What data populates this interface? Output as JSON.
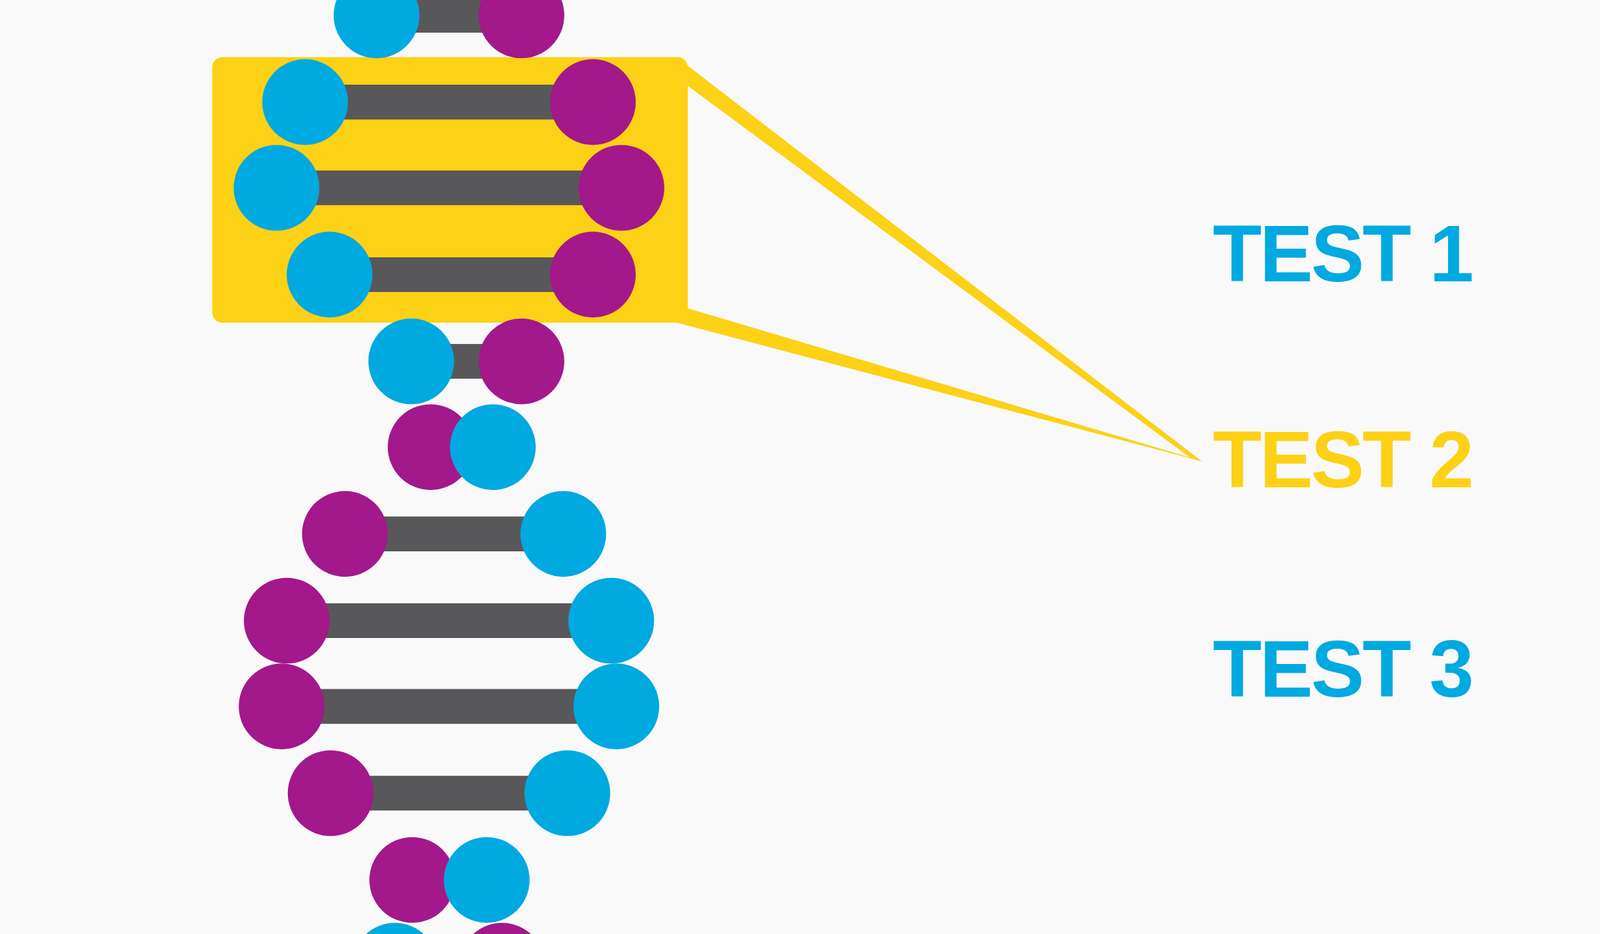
{
  "diagram": {
    "labels": [
      "TEST 1",
      "TEST 2",
      "TEST 3"
    ]
  }
}
